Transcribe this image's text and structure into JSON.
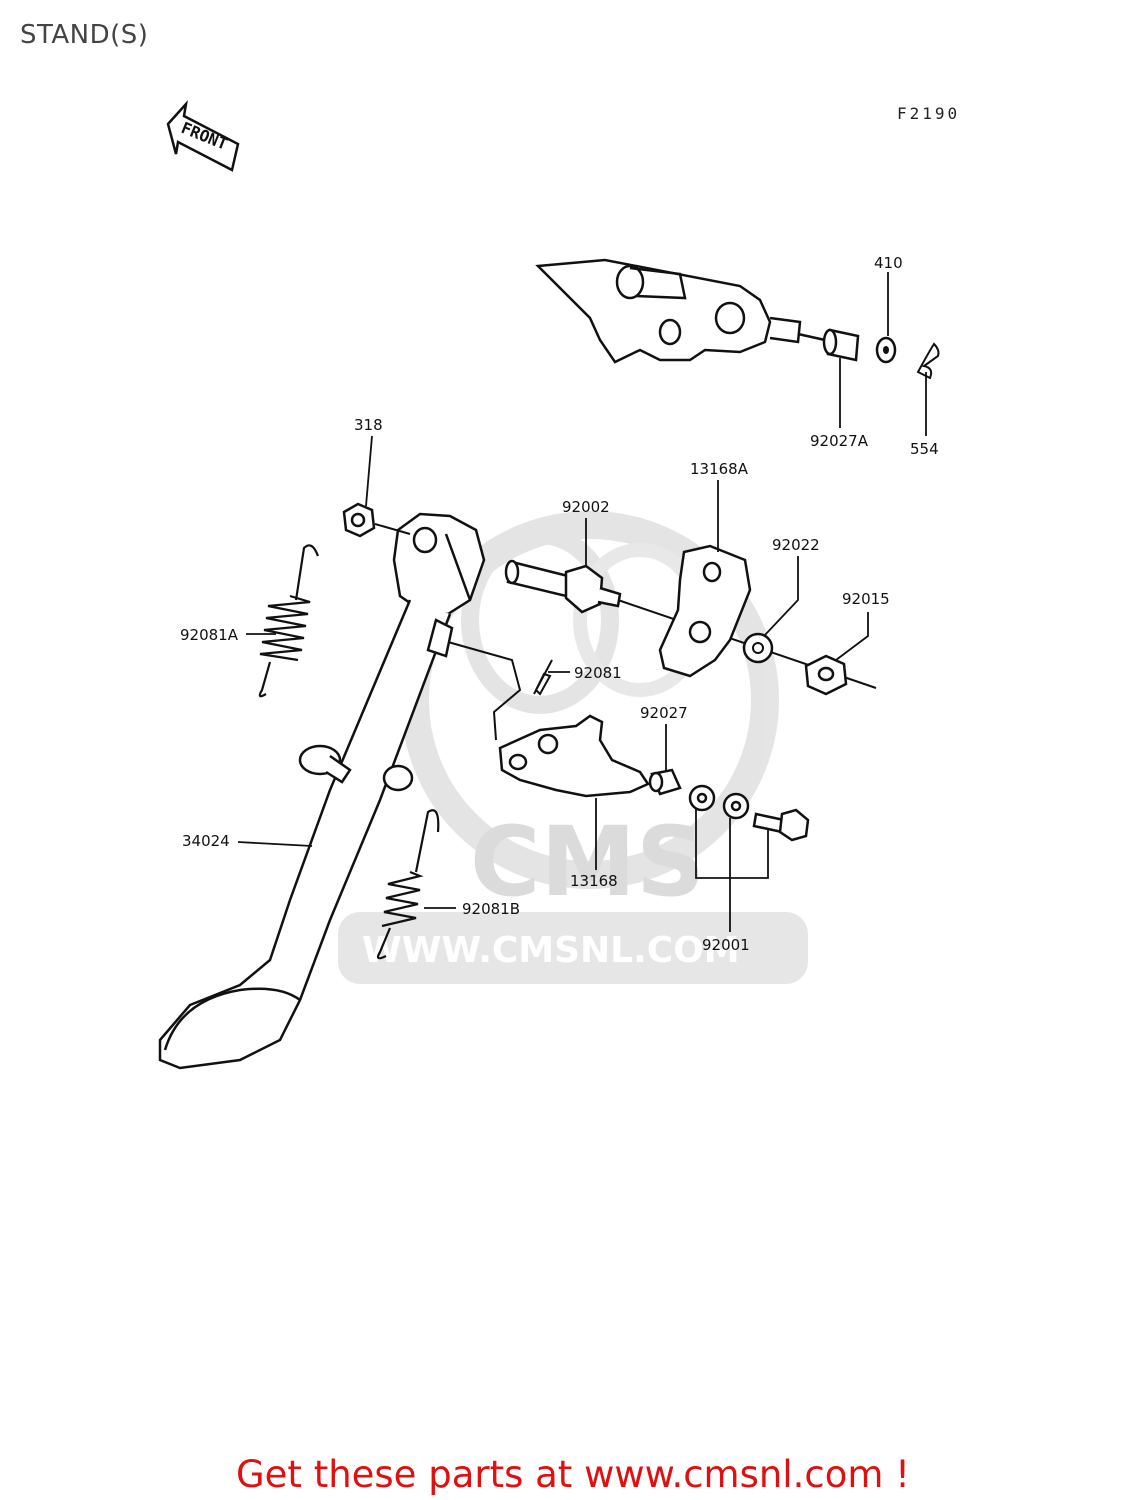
{
  "page": {
    "title": "STAND(S)"
  },
  "figure": {
    "code": "F2190",
    "front_label": "FRONT"
  },
  "watermark": {
    "text": "WWW.CMSNL.COM",
    "logo": "CMS"
  },
  "labels": {
    "p318": "318",
    "p410": "410",
    "p554": "554",
    "p92027A": "92027A",
    "p92002": "92002",
    "p13168A": "13168A",
    "p92022": "92022",
    "p92015": "92015",
    "p92081A": "92081A",
    "p92081": "92081",
    "p92027": "92027",
    "p34024": "34024",
    "p13168": "13168",
    "p92081B": "92081B",
    "p92001": "92001"
  },
  "footer": {
    "text": "Get these parts at www.cmsnl.com !"
  }
}
